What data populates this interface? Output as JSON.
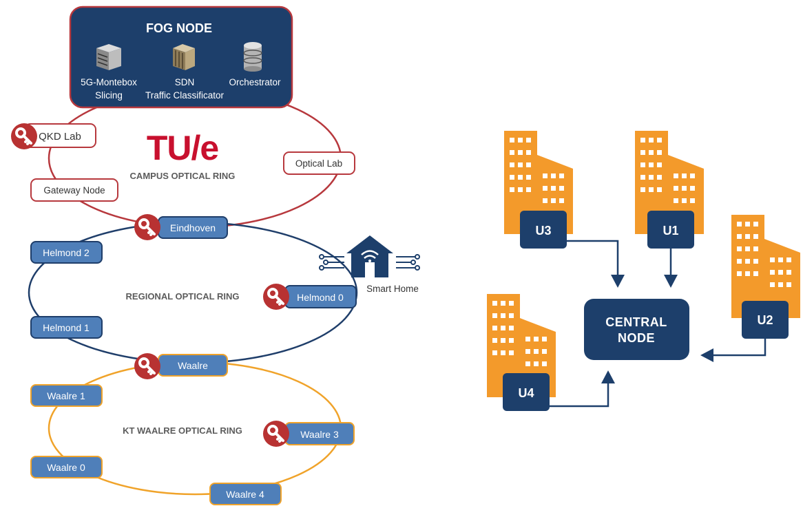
{
  "colors": {
    "navy": "#1d3f6b",
    "campus_red": "#b7383d",
    "key_red": "#b83232",
    "regional_blue": "#1f3e6a",
    "node_blue": "#4f7fb9",
    "waalre_orange": "#f0a32a",
    "building_orange": "#f39a2b",
    "gray_text": "#5c5c5c",
    "white": "#ffffff"
  },
  "fog_node": {
    "title": "FOG NODE",
    "items": [
      {
        "icon": "server-rack-icon",
        "line1": "5G-Montebox",
        "line2": "Slicing"
      },
      {
        "icon": "server-blades-icon",
        "line1": "SDN",
        "line2": "Traffic Classificator"
      },
      {
        "icon": "database-stack-icon",
        "line1": "Orchestrator",
        "line2": ""
      }
    ]
  },
  "campus_ring": {
    "logo": "TU/e",
    "label": "CAMPUS OPTICAL RING",
    "nodes": {
      "qkd_lab": "QKD Lab",
      "optical_lab": "Optical Lab",
      "gateway_node": "Gateway Node"
    }
  },
  "regional_ring": {
    "label": "REGIONAL OPTICAL RING",
    "nodes": {
      "eindhoven": "Eindhoven",
      "helmond2": "Helmond 2",
      "helmond1": "Helmond 1",
      "helmond0": "Helmond 0",
      "waalre": "Waalre"
    }
  },
  "smart_home": {
    "label": "Smart Home"
  },
  "waalre_ring": {
    "label": "KT WAALRE OPTICAL RING",
    "nodes": {
      "waalre1": "Waalre 1",
      "waalre0": "Waalre 0",
      "waalre3": "Waalre 3",
      "waalre4": "Waalre 4"
    }
  },
  "topology": {
    "central_line1": "CENTRAL",
    "central_line2": "NODE",
    "users": {
      "u1": "U1",
      "u2": "U2",
      "u3": "U3",
      "u4": "U4"
    }
  }
}
